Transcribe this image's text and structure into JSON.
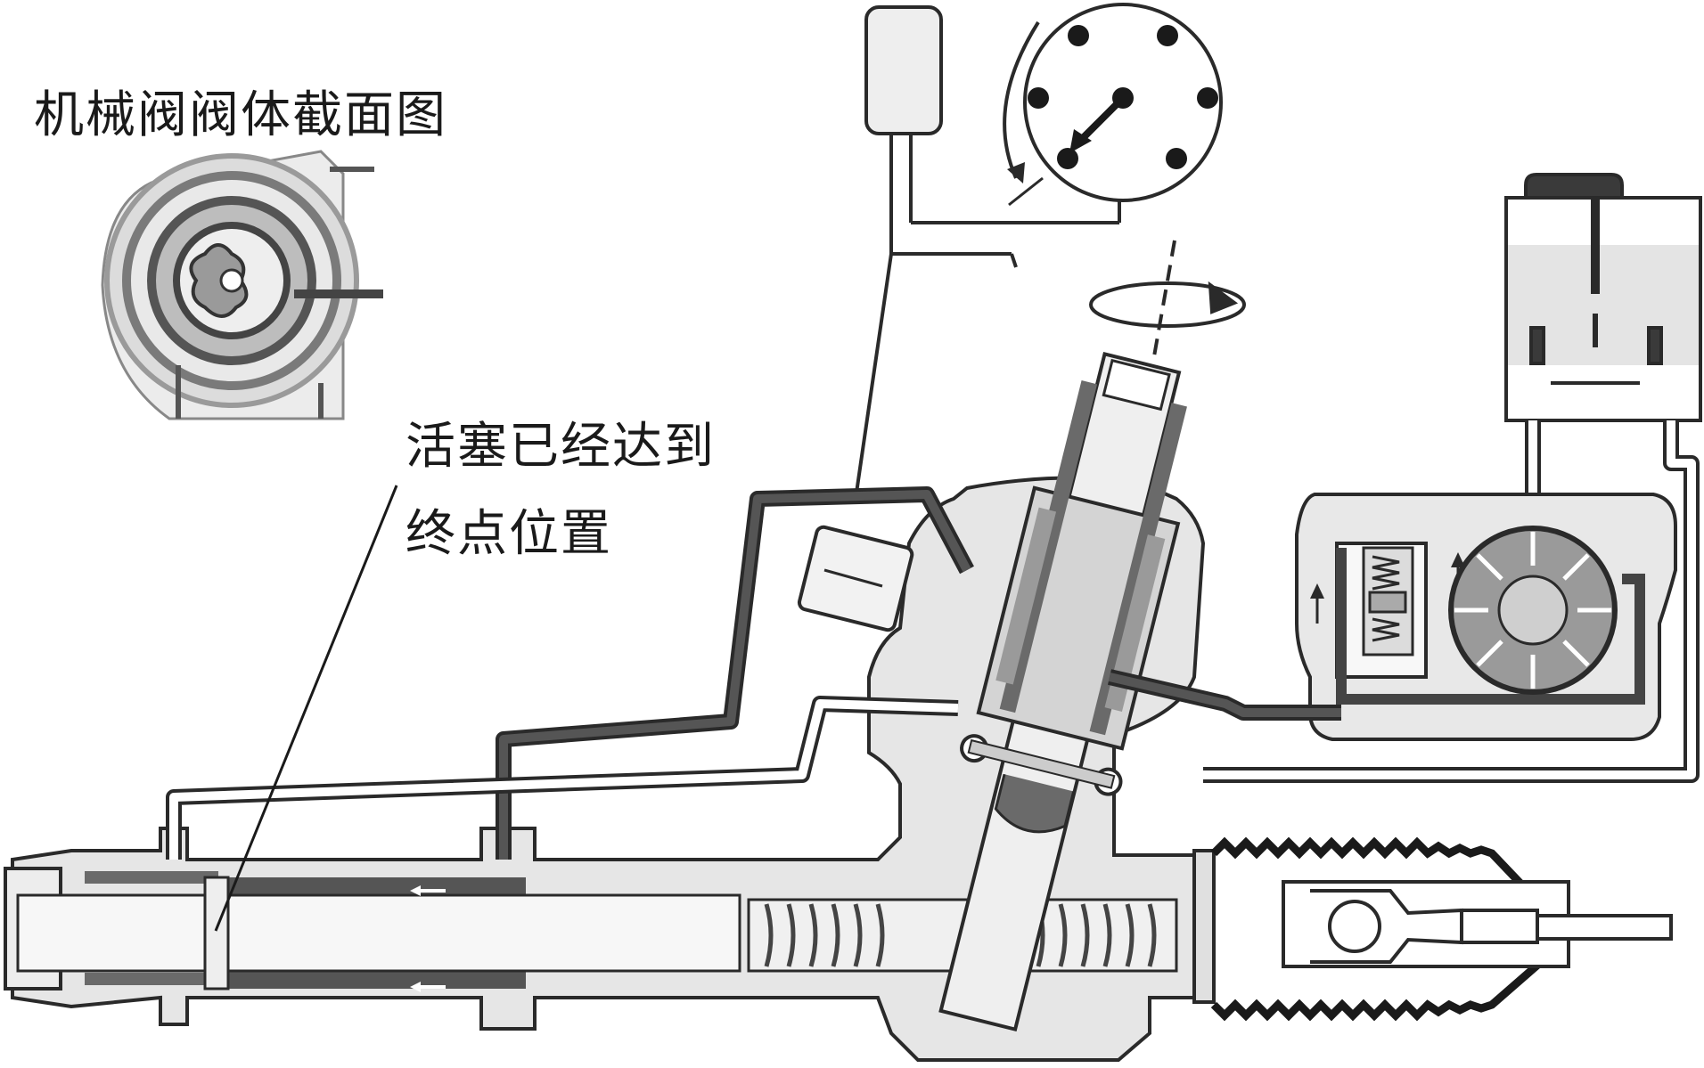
{
  "labels": {
    "valve_section_title": "机械阀阀体截面图",
    "piston_callout_line1": "活塞已经达到",
    "piston_callout_line2": "终点位置"
  },
  "colors": {
    "outline": "#2a2a2a",
    "housing_fill": "#e6e6e6",
    "light_fill": "#f4f4f4",
    "pressure_line": "#555555",
    "return_line": "#ffffff",
    "dark_fill": "#3a3a3a"
  }
}
